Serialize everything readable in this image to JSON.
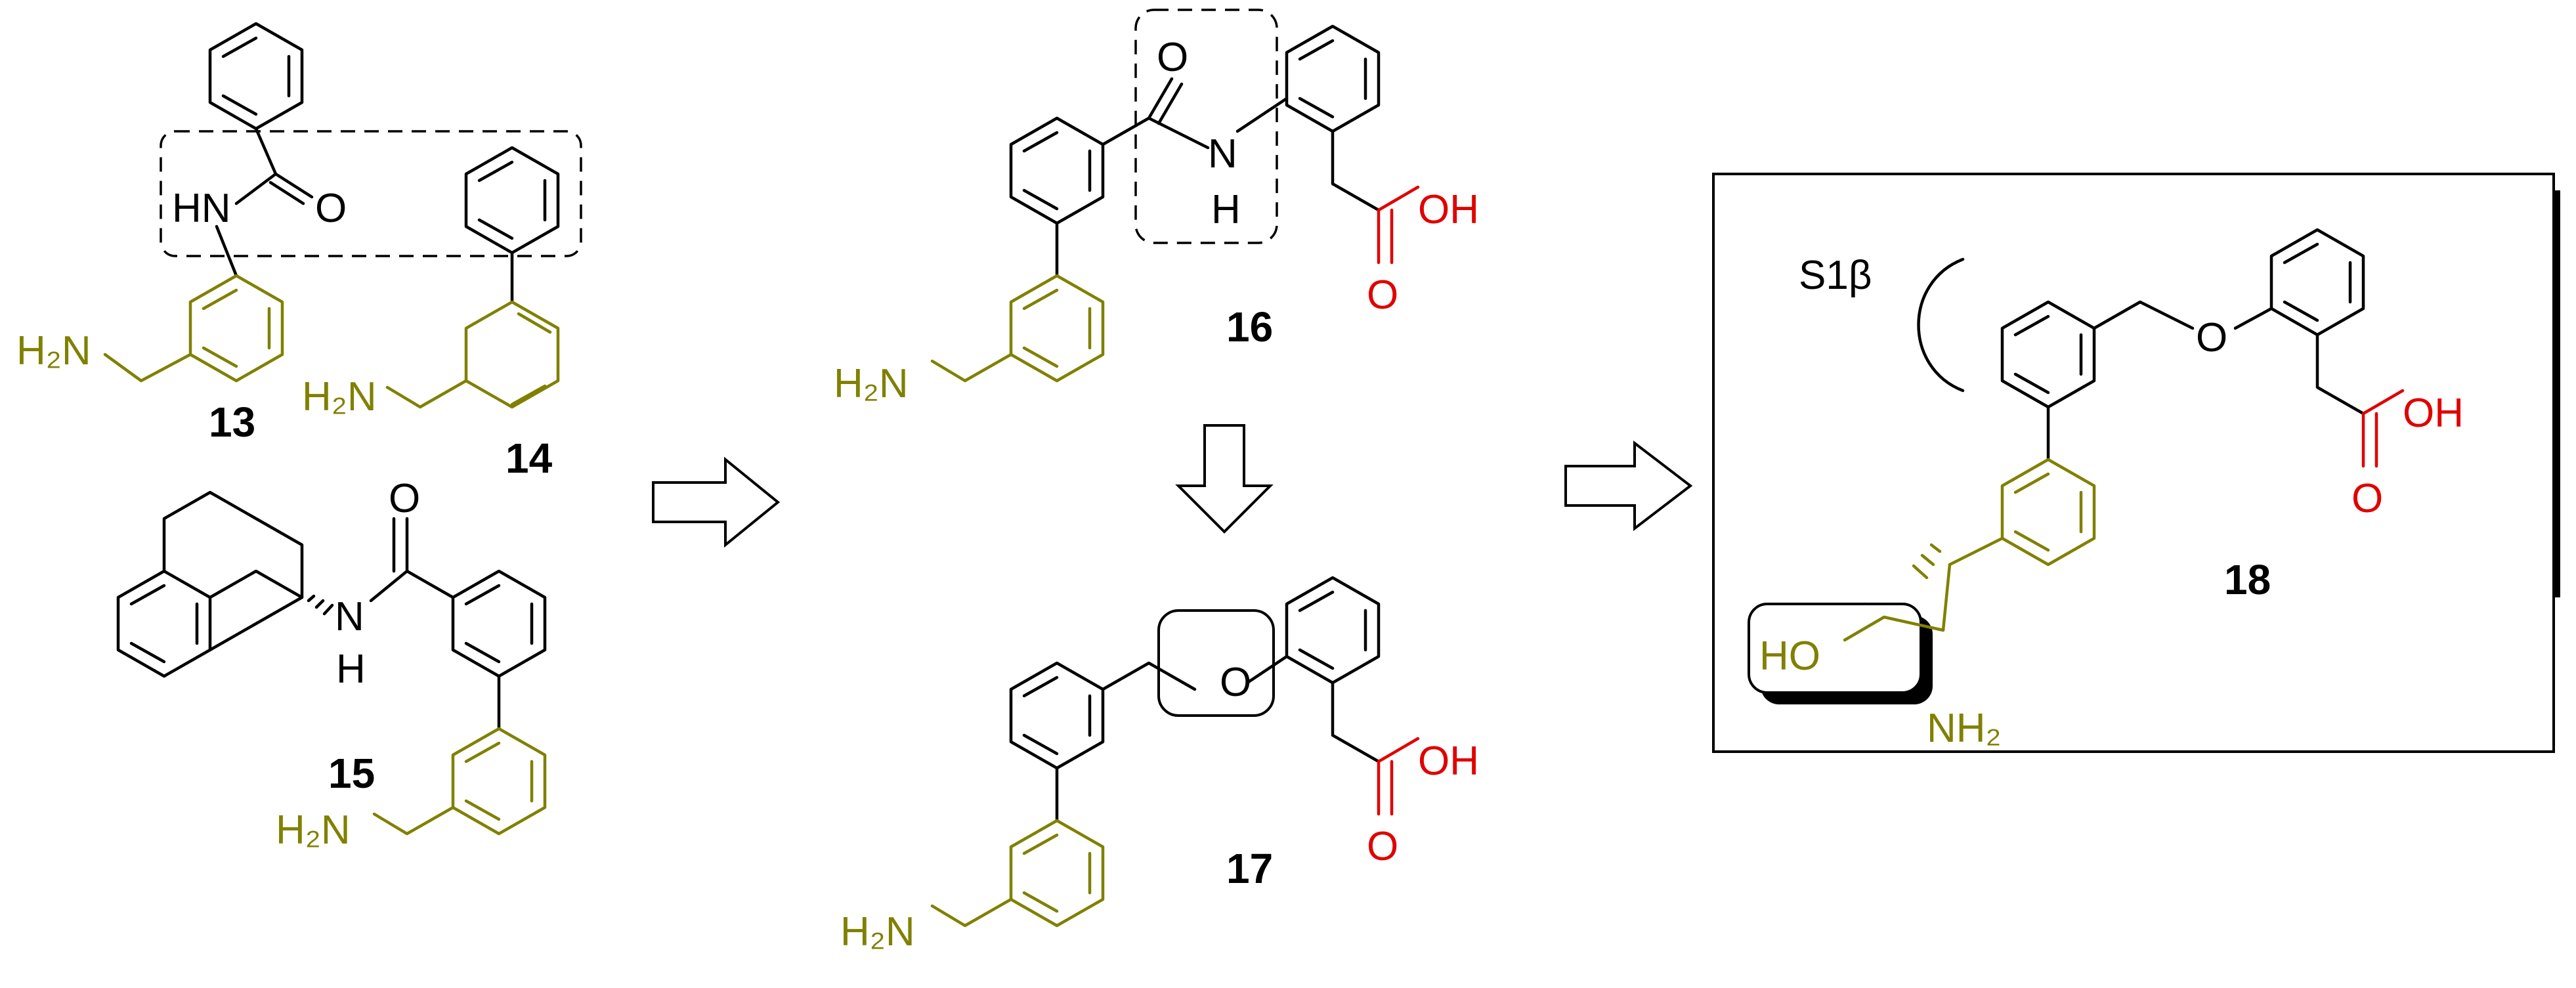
{
  "compounds": {
    "c13": "13",
    "c14": "14",
    "c15": "15",
    "c16": "16",
    "c17": "17",
    "c18": "18"
  },
  "atoms": {
    "hn": "HN",
    "o": "O",
    "n": "N",
    "h": "H",
    "h2n": "H₂N",
    "oh": "OH",
    "ho": "HO",
    "nh2": "NH₂"
  },
  "pocket": "S1β",
  "colors": {
    "core": "#000000",
    "amine_fragment": "#808000",
    "acid": "#e00000"
  }
}
